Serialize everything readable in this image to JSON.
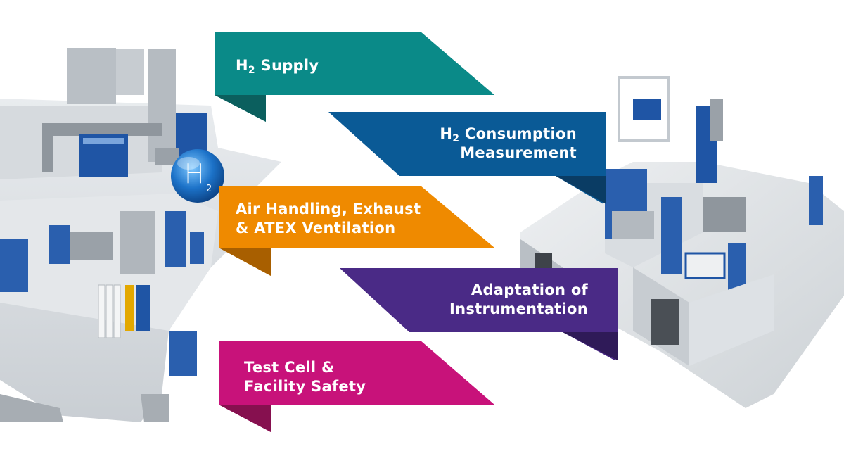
{
  "banners": [
    {
      "id": "h2-supply",
      "lines": [
        {
          "pre": "H",
          "sub": "2",
          "post": " Supply"
        }
      ],
      "color": "#0a8a88",
      "fold_color": "#0b5f5e"
    },
    {
      "id": "h2-consumption",
      "lines": [
        {
          "pre": "H",
          "sub": "2",
          "post": " Consumption"
        },
        {
          "pre": "Measurement",
          "sub": "",
          "post": ""
        }
      ],
      "color": "#0a5a96",
      "fold_color": "#0a3c64"
    },
    {
      "id": "air-handling",
      "lines": [
        {
          "pre": "Air Handling, Exhaust",
          "sub": "",
          "post": ""
        },
        {
          "pre": "& ATEX Ventilation",
          "sub": "",
          "post": ""
        }
      ],
      "color": "#ef8a00",
      "fold_color": "#a85f00"
    },
    {
      "id": "instrumentation",
      "lines": [
        {
          "pre": "Adaptation of",
          "sub": "",
          "post": ""
        },
        {
          "pre": "Instrumentation",
          "sub": "",
          "post": ""
        }
      ],
      "color": "#4a2a86",
      "fold_color": "#2f1a58"
    },
    {
      "id": "safety",
      "lines": [
        {
          "pre": "Test Cell &",
          "sub": "",
          "post": ""
        },
        {
          "pre": "Facility Safety",
          "sub": "",
          "post": ""
        }
      ],
      "color": "#c8127a",
      "fold_color": "#86104f"
    }
  ],
  "h2_bubble": {
    "symbol": "H",
    "subscript": "2"
  },
  "icons": {
    "left_facility": "hydrogen-test-facility-illustration",
    "right_facility": "test-cell-illustration",
    "bubble": "hydrogen-molecule-icon"
  }
}
